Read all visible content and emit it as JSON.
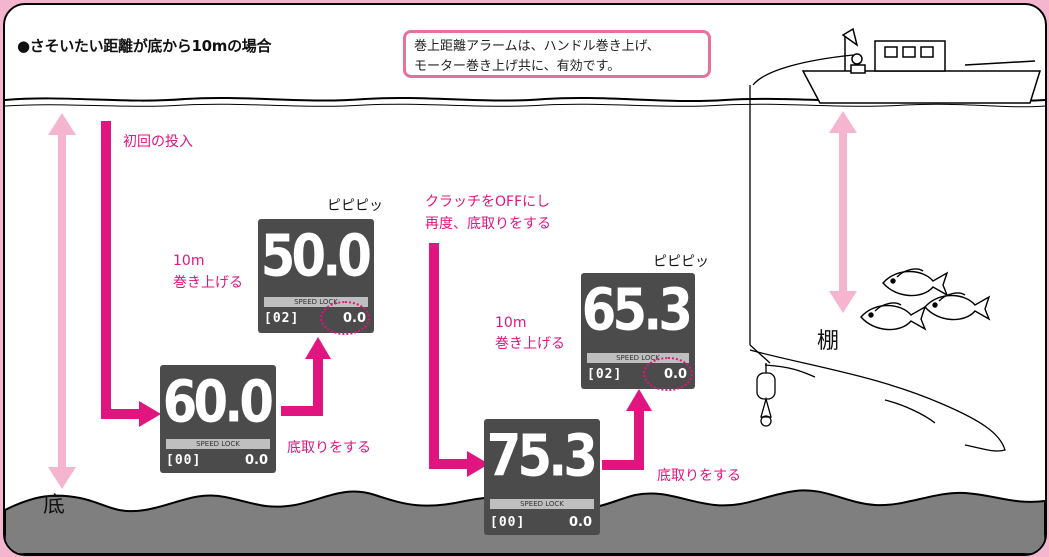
{
  "title": "●さそいたい距離が底から10mの場合",
  "callout": {
    "line1": "巻上距離アラームは、ハンドル巻き上げ、",
    "line2": "モーター巻き上げ共に、有効です。"
  },
  "labels": {
    "bottom": "底",
    "tana": "棚",
    "first_drop": "初回の投入",
    "clutch_line1": "クラッチをOFFにし",
    "clutch_line2": "再度、底取りをする",
    "beep": "ピピピッ",
    "wind_dist": "10m",
    "wind_up": "巻き上げる",
    "bottom_take": "底取りをする"
  },
  "displays": [
    {
      "id": "lcd-1",
      "depth": "60.0",
      "speed_lock": "SPEED LOCK",
      "counter": "[00]",
      "sub": "0.0"
    },
    {
      "id": "lcd-2",
      "depth": "50.0",
      "speed_lock": "SPEED LOCK",
      "counter": "[02]",
      "sub": "0.0"
    },
    {
      "id": "lcd-3",
      "depth": "75.3",
      "speed_lock": "SPEED LOCK",
      "counter": "[00]",
      "sub": "0.0"
    },
    {
      "id": "lcd-4",
      "depth": "65.3",
      "speed_lock": "SPEED LOCK",
      "counter": "[02]",
      "sub": "0.0"
    }
  ],
  "colors": {
    "accent": "#e0157f",
    "arrow_light": "#f5b5cf",
    "lcd_bg": "#4b4b4b",
    "callout_border": "#e6719d"
  }
}
